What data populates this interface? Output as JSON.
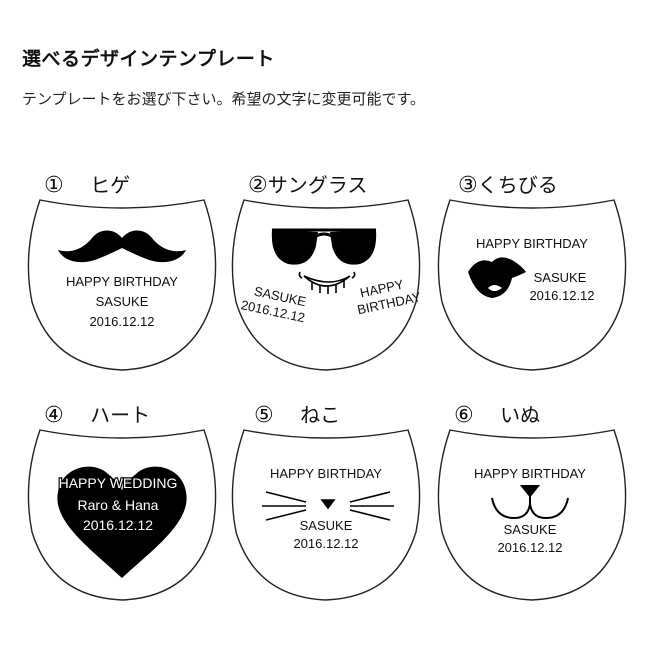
{
  "header": {
    "title": "選べるデザインテンプレート",
    "subtitle": "テンプレートをお選び下さい。希望の文字に変更可能です。"
  },
  "templates": [
    {
      "number": "①",
      "name": "ヒゲ",
      "lines": [
        "HAPPY BIRTHDAY",
        "SASUKE",
        "2016.12.12"
      ]
    },
    {
      "number": "②",
      "name": "サングラス",
      "left_lines": [
        "SASUKE",
        "2016.12.12"
      ],
      "right_lines": [
        "HAPPY",
        "BIRTHDAY"
      ]
    },
    {
      "number": "③",
      "name": "くちびる",
      "lines": [
        "HAPPY BIRTHDAY",
        "SASUKE",
        "2016.12.12"
      ]
    },
    {
      "number": "④",
      "name": "ハート",
      "lines": [
        "HAPPY WEDDING",
        "Raro & Hana",
        "2016.12.12"
      ]
    },
    {
      "number": "⑤",
      "name": "ねこ",
      "lines": [
        "HAPPY BIRTHDAY",
        "SASUKE",
        "2016.12.12"
      ]
    },
    {
      "number": "⑥",
      "name": "いぬ",
      "lines": [
        "HAPPY BIRTHDAY",
        "SASUKE",
        "2016.12.12"
      ]
    }
  ]
}
